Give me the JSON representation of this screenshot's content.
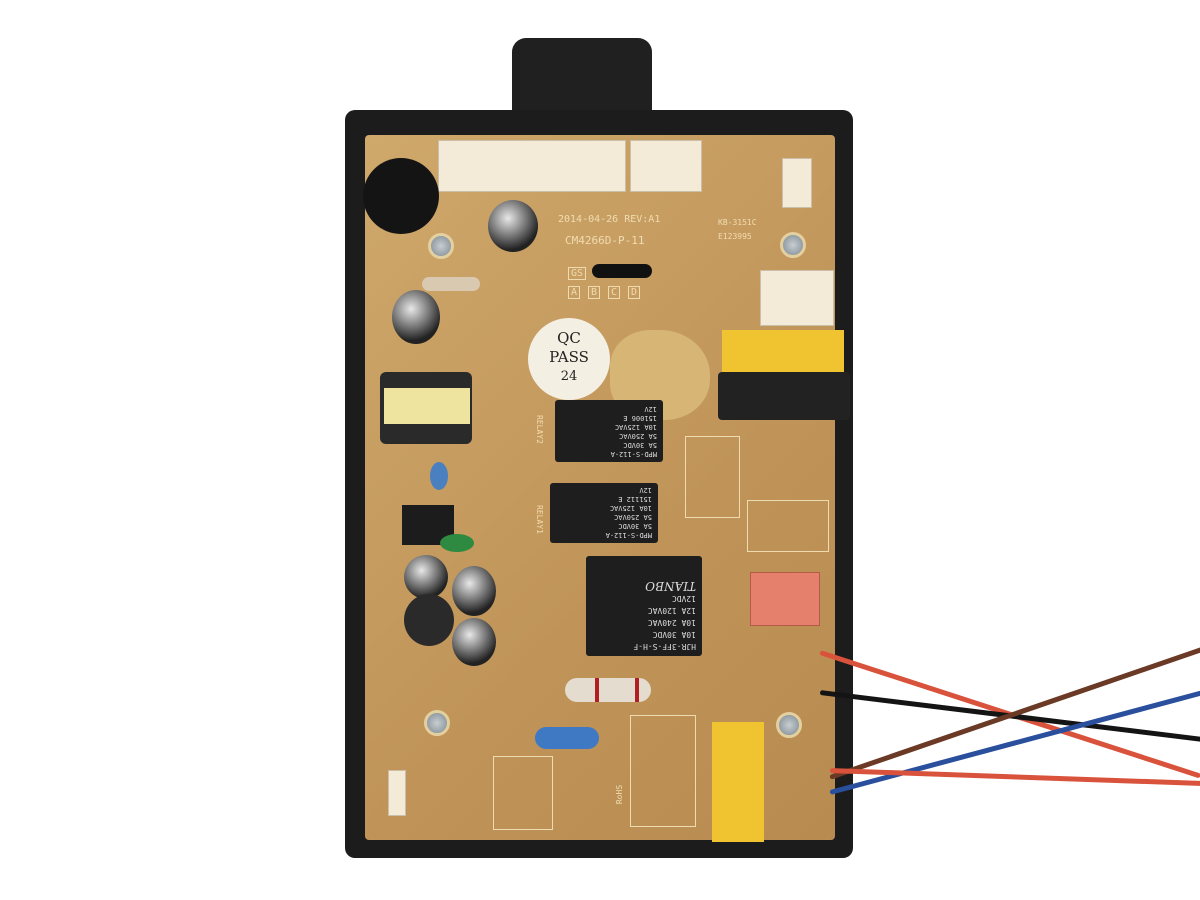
{
  "board": {
    "date_rev": "2014-04-26  REV:A1",
    "model": "CM4266D-P-11",
    "code": "KB-3151C",
    "ul_file": "E123995",
    "gs_label": "GS",
    "options": [
      "A",
      "B",
      "C",
      "D"
    ],
    "relay1_label": "RELAY1",
    "relay2_label": "RELAY2",
    "rohs": "RoHS"
  },
  "qc_sticker": {
    "line1": "QC",
    "line2": "PASS",
    "line3": "24"
  },
  "relays": [
    {
      "model": "MPD-S-112-A",
      "ratings": [
        "5A 30VDC",
        "5A 250VAC",
        "10A 125VAC"
      ],
      "lot": "151006 E",
      "coil": "12V"
    },
    {
      "model": "MPD-S-112-A",
      "ratings": [
        "5A 30VDC",
        "5A 250VAC",
        "10A 125VAC"
      ],
      "lot": "151112 E",
      "coil": "12V"
    },
    {
      "brand": "TIANBO",
      "model": "HJR-3FF-S-H-F",
      "ratings": [
        "10A 30VDC",
        "10A 240VAC",
        "12A 120VAC"
      ],
      "coil": "12VDC"
    }
  ],
  "colors": {
    "pcb": "#c59a5e",
    "frame": "#1c1c1c",
    "capacitor_yellow": "#f0c430",
    "wire_red": "#d9533c",
    "wire_blue": "#2a4f9c",
    "wire_brown": "#6b3a26"
  }
}
